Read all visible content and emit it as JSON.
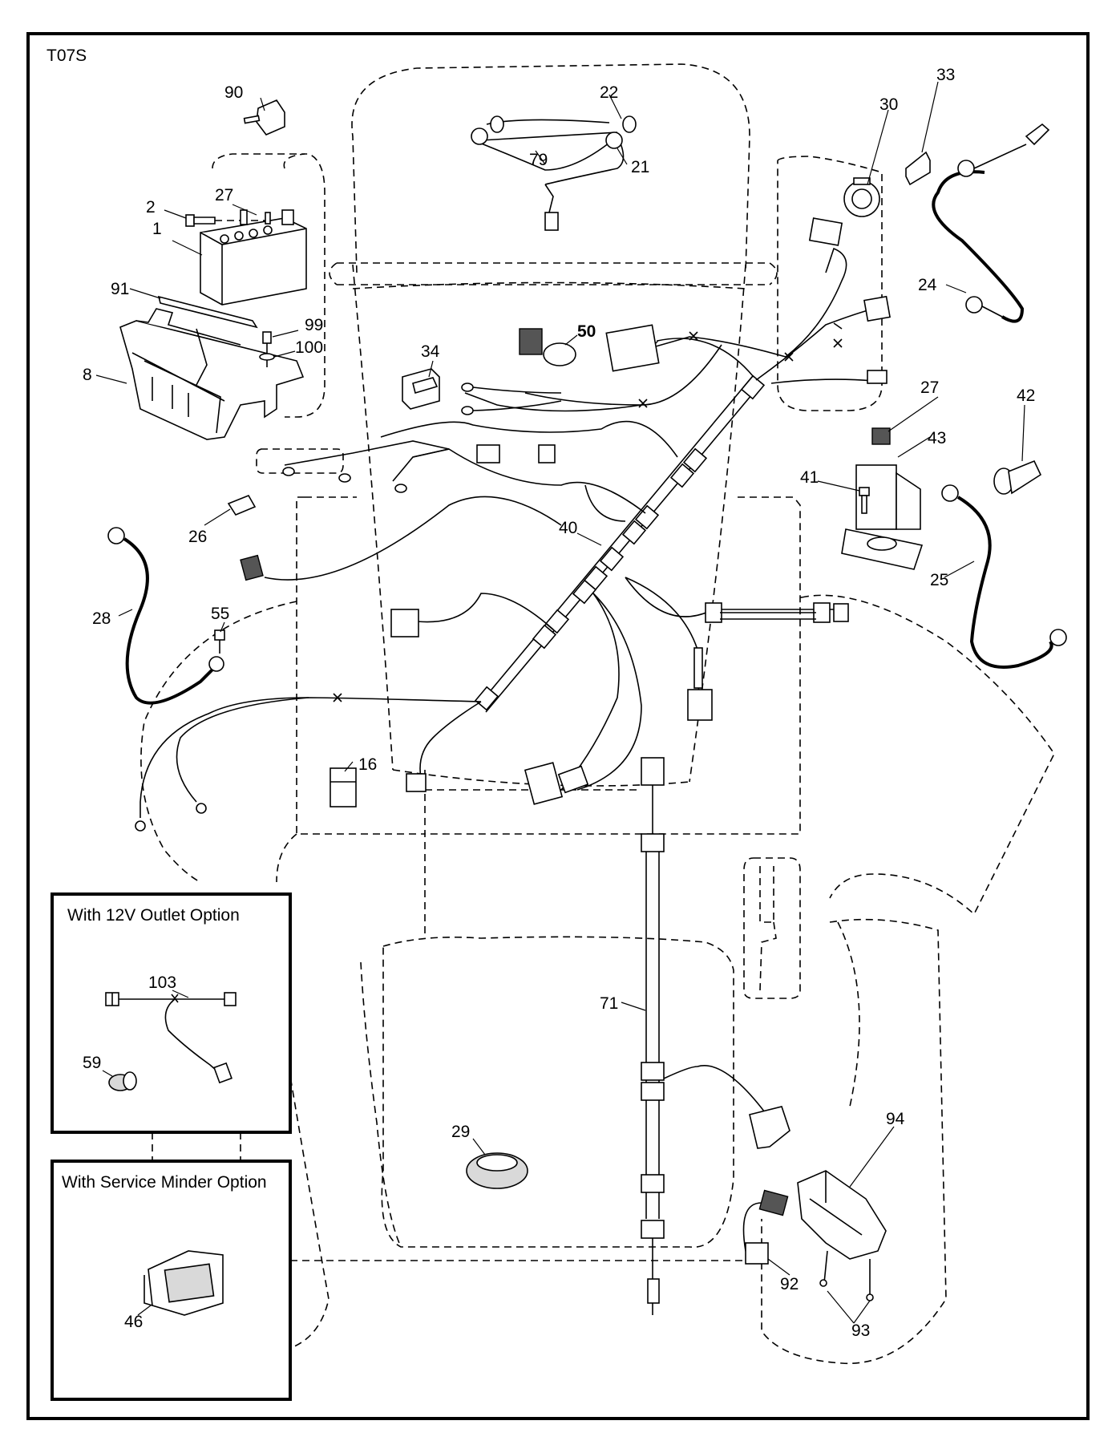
{
  "diagram_code": "T07S",
  "insets": {
    "outlet": {
      "title": "With 12V Outlet Option",
      "parts": [
        "103",
        "59"
      ]
    },
    "minder": {
      "title": "With Service Minder Option",
      "parts": [
        "46"
      ]
    }
  },
  "labels": {
    "p1": "1",
    "p2": "2",
    "p8": "8",
    "p16": "16",
    "p21": "21",
    "p22": "22",
    "p24": "24",
    "p25": "25",
    "p26": "26",
    "p27a": "27",
    "p27b": "27",
    "p28": "28",
    "p29": "29",
    "p30": "30",
    "p33": "33",
    "p34": "34",
    "p40": "40",
    "p41": "41",
    "p42": "42",
    "p43": "43",
    "p46": "46",
    "p50": "50",
    "p55": "55",
    "p59": "59",
    "p71": "71",
    "p79": "79",
    "p90": "90",
    "p91": "91",
    "p92": "92",
    "p93": "93",
    "p94": "94",
    "p99": "99",
    "p100": "100",
    "p103": "103"
  }
}
